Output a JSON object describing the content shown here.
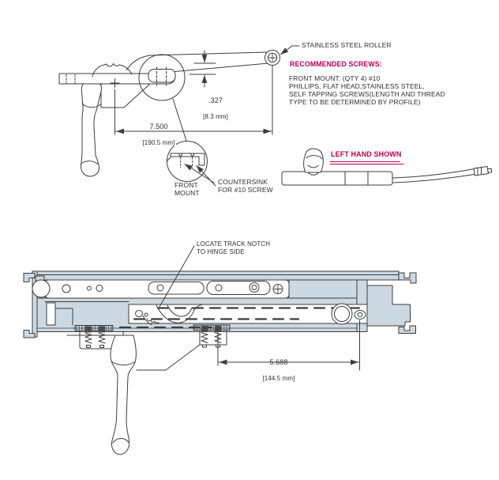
{
  "page": {
    "background": "#ffffff",
    "kind": "technical drawing of casement window operator"
  },
  "colors": {
    "line": "#3d3d3d",
    "accent": "#be0050",
    "profile_fill": "#cdd9e2"
  },
  "labels": {
    "roller": "STAINLESS STEEL ROLLER",
    "recommended_screws_heading": "RECOMMENDED SCREWS:",
    "recommended_screws_body": "FRONT MOUNT: (QTY 4) #10\nPHILLIPS, FLAT HEAD,STAINLESS STEEL,\nSELF TAPPING SCREWS(LENGTH AND THREAD\nTYPE TO BE DETERMINED BY PROFILE)",
    "left_hand_shown": "LEFT HAND SHOWN",
    "front_mount": "FRONT\nMOUNT",
    "countersink": "COUNTERSINK\nFOR #10 SCREW",
    "locate_track_notch": "LOCATE TRACK NOTCH\nTO HINGE SIDE"
  },
  "dimensions": {
    "arm_rise": {
      "inches": ".327",
      "mm": "[8.3 mm]"
    },
    "arm_length": {
      "inches": "7.500",
      "mm": "[190.5 mm]"
    },
    "notch_to_roller": {
      "inches": "5.688",
      "mm": "[144.5 mm]"
    }
  }
}
